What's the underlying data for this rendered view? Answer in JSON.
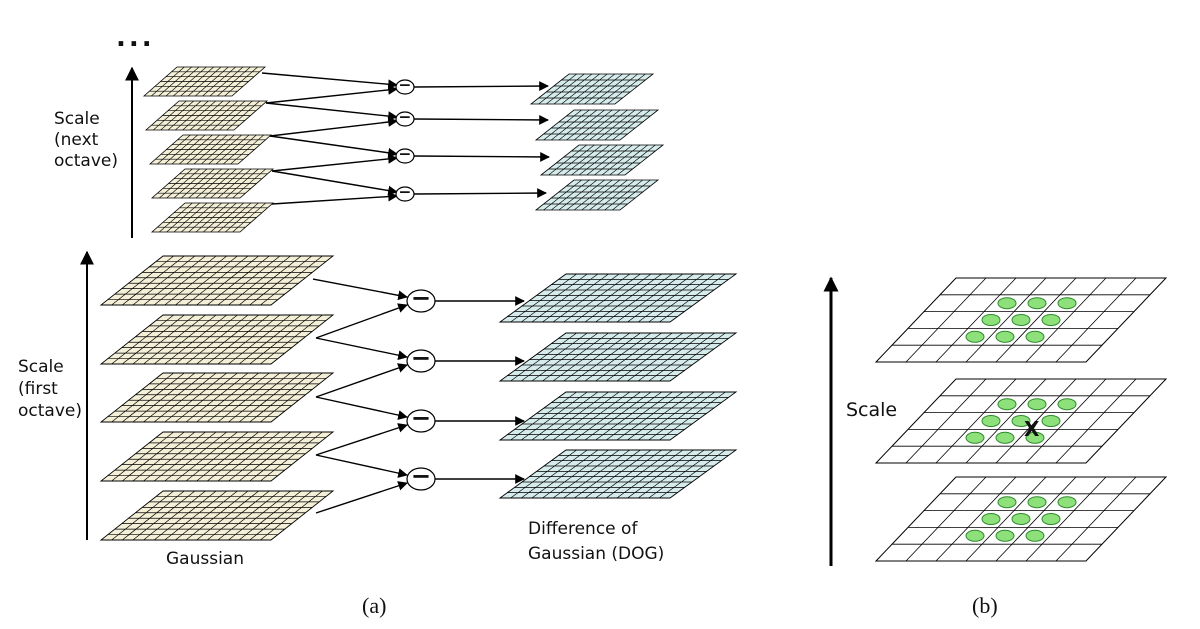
{
  "ellipsis": "...",
  "panel_a": {
    "label_next_octave": [
      "Scale",
      "(next",
      "octave)"
    ],
    "label_first_octave": [
      "Scale",
      "(first",
      "octave)"
    ],
    "label_gaussian": "Gaussian",
    "label_dog": [
      "Difference of",
      "Gaussian (DOG)"
    ],
    "minus_symbol": "−",
    "caption": "(a)"
  },
  "panel_b": {
    "label_scale": "Scale",
    "center_marker": "X",
    "caption": "(b)"
  },
  "colors": {
    "gaussian_fill": "#f4f0d8",
    "dog_fill": "#d6ecec",
    "neighbor_fill": "#8ee07a",
    "neighbor_stroke": "#2f8a2f",
    "line": "#000000"
  }
}
